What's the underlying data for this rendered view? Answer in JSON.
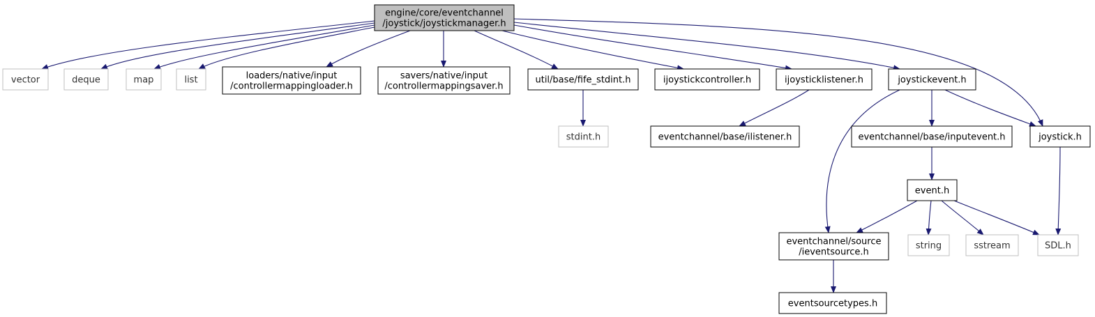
{
  "diagram": {
    "nodes": [
      {
        "id": "root",
        "lines": [
          "engine/core/eventchannel",
          "/joystick/joystickmanager.h"
        ],
        "style": "root"
      },
      {
        "id": "vector",
        "lines": [
          "vector"
        ],
        "style": "external"
      },
      {
        "id": "deque",
        "lines": [
          "deque"
        ],
        "style": "external"
      },
      {
        "id": "map",
        "lines": [
          "map"
        ],
        "style": "external"
      },
      {
        "id": "list",
        "lines": [
          "list"
        ],
        "style": "external"
      },
      {
        "id": "cml",
        "lines": [
          "loaders/native/input",
          "/controllermappingloader.h"
        ],
        "style": "internal"
      },
      {
        "id": "cms",
        "lines": [
          "savers/native/input",
          "/controllermappingsaver.h"
        ],
        "style": "internal"
      },
      {
        "id": "fife_stdint",
        "lines": [
          "util/base/fife_stdint.h"
        ],
        "style": "internal"
      },
      {
        "id": "ijc",
        "lines": [
          "ijoystickcontroller.h"
        ],
        "style": "internal"
      },
      {
        "id": "ijl",
        "lines": [
          "ijoysticklistener.h"
        ],
        "style": "internal"
      },
      {
        "id": "jevent",
        "lines": [
          "joystickevent.h"
        ],
        "style": "internal"
      },
      {
        "id": "joystick",
        "lines": [
          "joystick.h"
        ],
        "style": "internal"
      },
      {
        "id": "stdint",
        "lines": [
          "stdint.h"
        ],
        "style": "external"
      },
      {
        "id": "ilistener",
        "lines": [
          "eventchannel/base/ilistener.h"
        ],
        "style": "internal"
      },
      {
        "id": "inputevent",
        "lines": [
          "eventchannel/base/inputevent.h"
        ],
        "style": "internal"
      },
      {
        "id": "event",
        "lines": [
          "event.h"
        ],
        "style": "internal"
      },
      {
        "id": "ieventsource",
        "lines": [
          "eventchannel/source",
          "/ieventsource.h"
        ],
        "style": "internal"
      },
      {
        "id": "string",
        "lines": [
          "string"
        ],
        "style": "external"
      },
      {
        "id": "sstream",
        "lines": [
          "sstream"
        ],
        "style": "external"
      },
      {
        "id": "sdl",
        "lines": [
          "SDL.h"
        ],
        "style": "external"
      },
      {
        "id": "est",
        "lines": [
          "eventsourcetypes.h"
        ],
        "style": "internal"
      }
    ],
    "edges": [
      [
        "root",
        "vector"
      ],
      [
        "root",
        "deque"
      ],
      [
        "root",
        "map"
      ],
      [
        "root",
        "list"
      ],
      [
        "root",
        "cml"
      ],
      [
        "root",
        "cms"
      ],
      [
        "root",
        "fife_stdint"
      ],
      [
        "root",
        "ijc"
      ],
      [
        "root",
        "ijl"
      ],
      [
        "root",
        "jevent"
      ],
      [
        "root",
        "joystick"
      ],
      [
        "fife_stdint",
        "stdint"
      ],
      [
        "ijl",
        "ilistener"
      ],
      [
        "jevent",
        "ieventsource"
      ],
      [
        "jevent",
        "inputevent"
      ],
      [
        "jevent",
        "joystick"
      ],
      [
        "joystick",
        "sdl"
      ],
      [
        "inputevent",
        "event"
      ],
      [
        "event",
        "ieventsource"
      ],
      [
        "event",
        "string"
      ],
      [
        "event",
        "sstream"
      ],
      [
        "event",
        "sdl"
      ],
      [
        "ieventsource",
        "est"
      ]
    ],
    "colors": {
      "edge": "#191970",
      "internal_border": "#000000",
      "external_border": "#bfbfbf",
      "root_fill": "#bfbfbf"
    }
  }
}
